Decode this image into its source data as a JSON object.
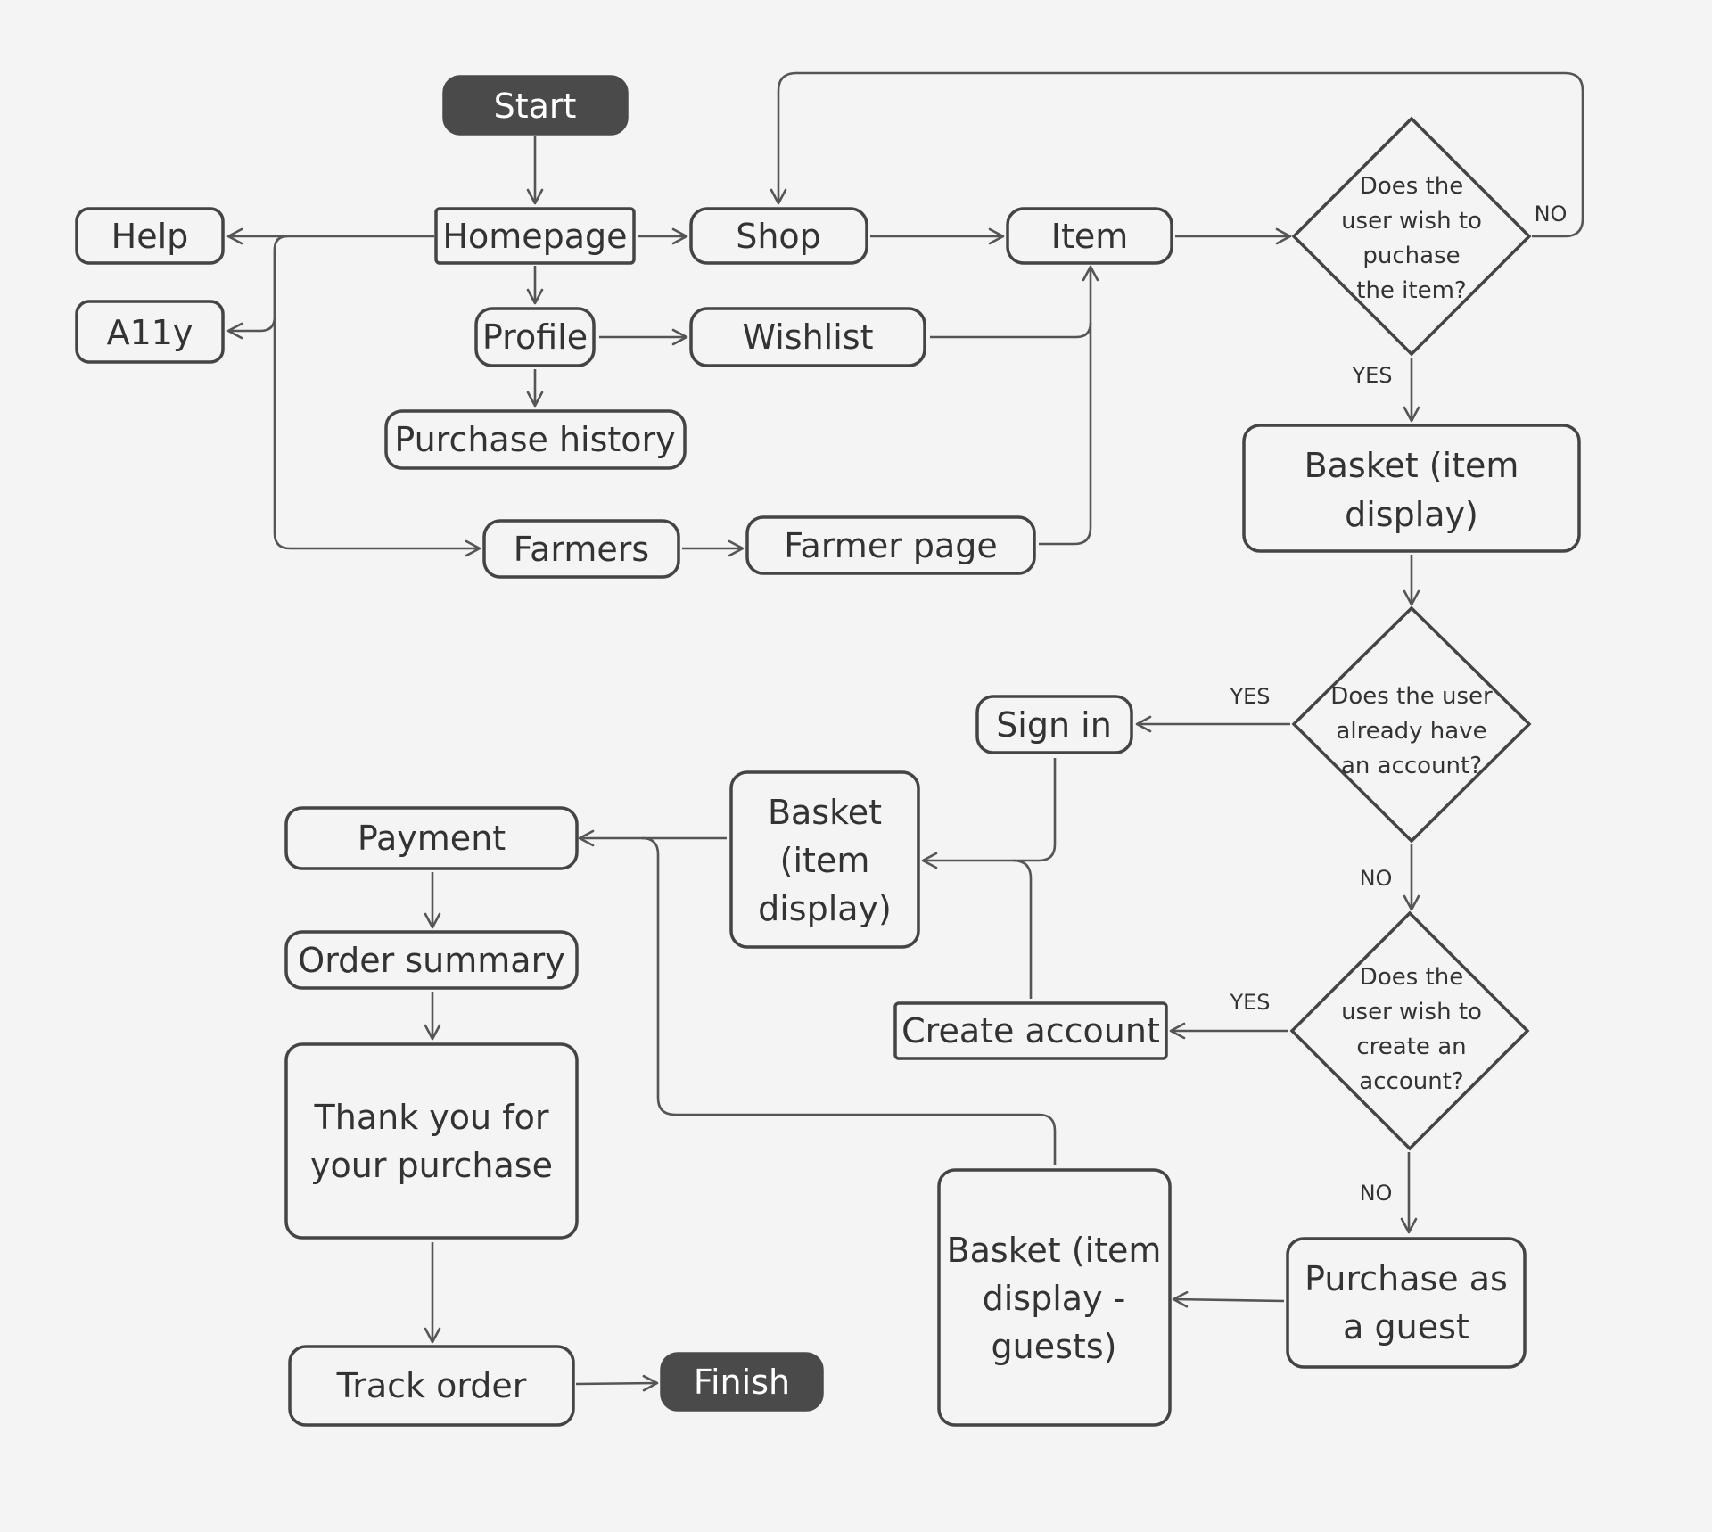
{
  "nodes": {
    "start": "Start",
    "homepage": "Homepage",
    "help": "Help",
    "ally": "A11y",
    "shop": "Shop",
    "item": "Item",
    "profile": "Profile",
    "wishlist": "Wishlist",
    "purchase_history": "Purchase history",
    "farmers": "Farmers",
    "farmer_page": "Farmer page",
    "basket_main": [
      "Basket (item",
      "display)"
    ],
    "sign_in": "Sign in",
    "basket_signed": [
      "Basket",
      "(item",
      "display)"
    ],
    "create_account": "Create account",
    "payment": "Payment",
    "order_summary": "Order summary",
    "thank_you": [
      "Thank you for",
      "your purchase"
    ],
    "track_order": "Track order",
    "finish": "Finish",
    "purchase_guest": [
      "Purchase as",
      "a guest"
    ],
    "basket_guests": [
      "Basket (item",
      "display -",
      "guests)"
    ]
  },
  "decisions": {
    "wish_purchase": [
      "Does the",
      "user wish to",
      "puchase",
      "the item?"
    ],
    "has_account": [
      "Does the user",
      "already have",
      "an account?"
    ],
    "create_account": [
      "Does the",
      "user wish to",
      "create an",
      "account?"
    ]
  },
  "edge_labels": {
    "purchase_no": "NO",
    "purchase_yes": "YES",
    "account_yes": "YES",
    "account_no": "NO",
    "create_yes": "YES",
    "create_no": "NO"
  }
}
